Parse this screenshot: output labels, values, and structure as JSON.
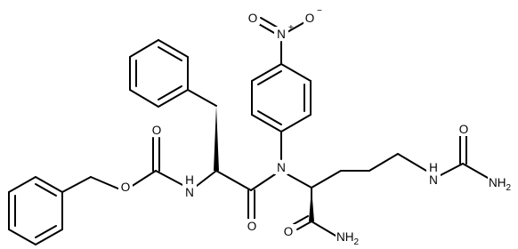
{
  "atoms": {
    "o_carbamate_carbonyl": "O",
    "o_carbamate_ester": "O",
    "n_amide_phe": "H",
    "n_amide_phe_h": "N",
    "o_amide_carbonyl": "O",
    "n_aryl_amide": "N",
    "n_nitro": "N",
    "n_nitro_charge": "+",
    "o_nitro_top": "O",
    "o_nitro_top_charge": "−",
    "o_nitro_left": "O",
    "o_urea": "O",
    "n_urea_nh": "H",
    "n_urea_nh_h": "N",
    "n_urea_nh2": "NH",
    "n_urea_nh2_sub": "2",
    "o_terminal_amide": "O",
    "n_terminal_amide": "NH",
    "n_terminal_amide_sub": "2"
  }
}
